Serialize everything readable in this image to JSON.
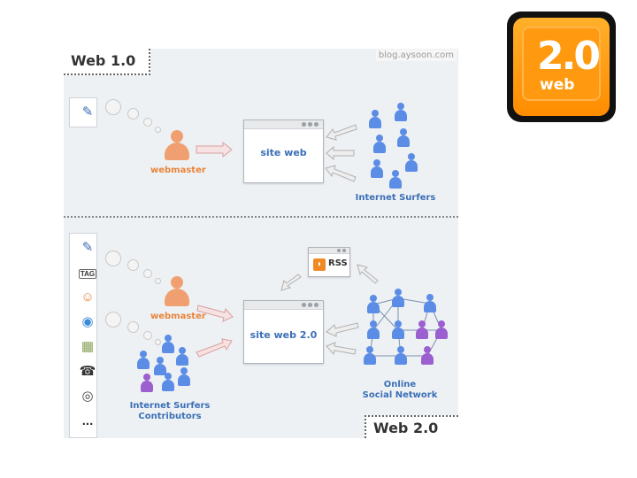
{
  "logo": {
    "big_text": "2.0",
    "small_text": "web"
  },
  "diagram": {
    "source": "blog.aysoon.com",
    "web1": {
      "section_label": "Web 1.0",
      "site_label": "site web",
      "author_label": "webmaster",
      "audience_label": "Internet Surfers"
    },
    "web2": {
      "section_label": "Web 2.0",
      "site_label": "site web 2.0",
      "author_label": "webmaster",
      "rss_label": "RSS",
      "contributors_line1": "Internet Surfers",
      "contributors_line2": "Contributors",
      "network_line1": "Online",
      "network_line2": "Social Network",
      "tools": [
        "pencil-icon",
        "tag-icon",
        "people-icon",
        "globe-icon",
        "map-icon",
        "phone-icon",
        "media-icon",
        "more-icon"
      ],
      "tag_label": "TAG",
      "more_label": "..."
    }
  },
  "colors": {
    "accent_orange": "#e8843a",
    "accent_blue": "#3b6fb6",
    "logo_orange": "#ff9a10"
  }
}
